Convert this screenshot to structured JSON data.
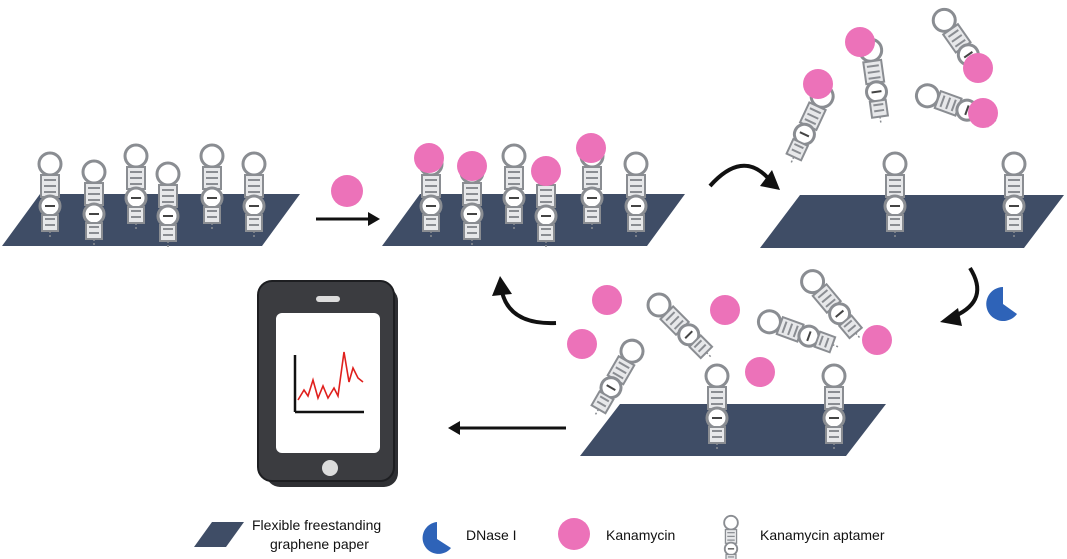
{
  "colors": {
    "graphene": "#3f4d66",
    "kanamycin": "#ec72b9",
    "dnase": "#2e63b8",
    "aptamer_stroke": "#8a8d92",
    "aptamer_fill": "#e7e8ea",
    "arrow": "#111111",
    "phone_body": "#2e2f33",
    "plot_line": "#e0201d"
  },
  "icons": {
    "graphene_paper": "parallelogram-sheet",
    "dnase": "pacman-shape",
    "kanamycin": "pink-circle",
    "aptamer": "hairpin-aptamer",
    "device": "smartphone"
  },
  "legend": {
    "graphene_label_line1": "Flexible freestanding",
    "graphene_label_line2": "graphene paper",
    "dnase_label": "DNase I",
    "kanamycin_label": "Kanamycin",
    "aptamer_label": "Kanamycin aptamer"
  }
}
